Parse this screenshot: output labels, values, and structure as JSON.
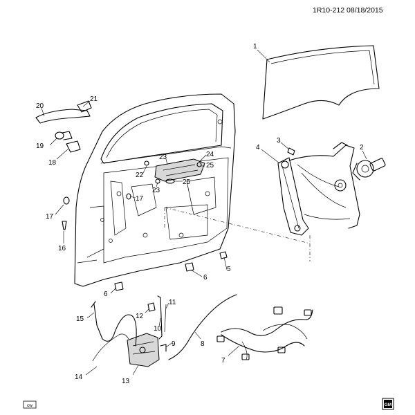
{
  "header": {
    "ref": "1R10-212 08/18/2015"
  },
  "badges": {
    "cw": "cw",
    "gm": "GM"
  },
  "callouts": [
    {
      "id": "c1",
      "text": "1"
    },
    {
      "id": "c2",
      "text": "2"
    },
    {
      "id": "c3",
      "text": "3"
    },
    {
      "id": "c4",
      "text": "4"
    },
    {
      "id": "c5",
      "text": "5"
    },
    {
      "id": "c6a",
      "text": "6"
    },
    {
      "id": "c6b",
      "text": "6"
    },
    {
      "id": "c7",
      "text": "7"
    },
    {
      "id": "c8",
      "text": "8"
    },
    {
      "id": "c9",
      "text": "9"
    },
    {
      "id": "c10",
      "text": "10"
    },
    {
      "id": "c11",
      "text": "11"
    },
    {
      "id": "c12",
      "text": "12"
    },
    {
      "id": "c13",
      "text": "13"
    },
    {
      "id": "c14",
      "text": "14"
    },
    {
      "id": "c15",
      "text": "15"
    },
    {
      "id": "c16",
      "text": "16"
    },
    {
      "id": "c17a",
      "text": "17"
    },
    {
      "id": "c17b",
      "text": "17"
    },
    {
      "id": "c18",
      "text": "18"
    },
    {
      "id": "c19",
      "text": "19"
    },
    {
      "id": "c20",
      "text": "20"
    },
    {
      "id": "c21",
      "text": "21"
    },
    {
      "id": "c22",
      "text": "22"
    },
    {
      "id": "c23a",
      "text": "23"
    },
    {
      "id": "c23b",
      "text": "23"
    },
    {
      "id": "c24",
      "text": "24"
    },
    {
      "id": "c25a",
      "text": "25"
    },
    {
      "id": "c25b",
      "text": "25"
    }
  ]
}
